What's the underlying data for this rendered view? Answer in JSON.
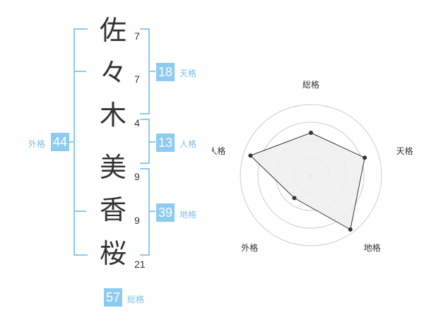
{
  "name": {
    "chars": [
      {
        "char": "佐",
        "strokes": "7"
      },
      {
        "char": "々",
        "strokes": "7"
      },
      {
        "char": "木",
        "strokes": "4"
      },
      {
        "char": "美",
        "strokes": "9"
      },
      {
        "char": "香",
        "strokes": "9"
      },
      {
        "char": "桜",
        "strokes": "21"
      }
    ]
  },
  "kakusu": {
    "tenkaku": {
      "value": "18",
      "label": "天格"
    },
    "jinkaku": {
      "value": "13",
      "label": "人格"
    },
    "chikaku": {
      "value": "39",
      "label": "地格"
    },
    "gaikaku": {
      "value": "44",
      "label": "外格"
    },
    "soukaku": {
      "value": "57",
      "label": "総格"
    }
  },
  "chart_data": {
    "type": "radar",
    "axes": [
      "総格",
      "天格",
      "地格",
      "外格",
      "人格"
    ],
    "values": [
      0.6,
      0.8,
      0.95,
      0.4,
      0.9
    ],
    "rings": 4,
    "range": [
      0,
      1
    ],
    "colors": {
      "fill": "#eeeeee",
      "stroke": "#333333",
      "grid": "#cccccc",
      "accent": "#8ccbf2"
    }
  }
}
